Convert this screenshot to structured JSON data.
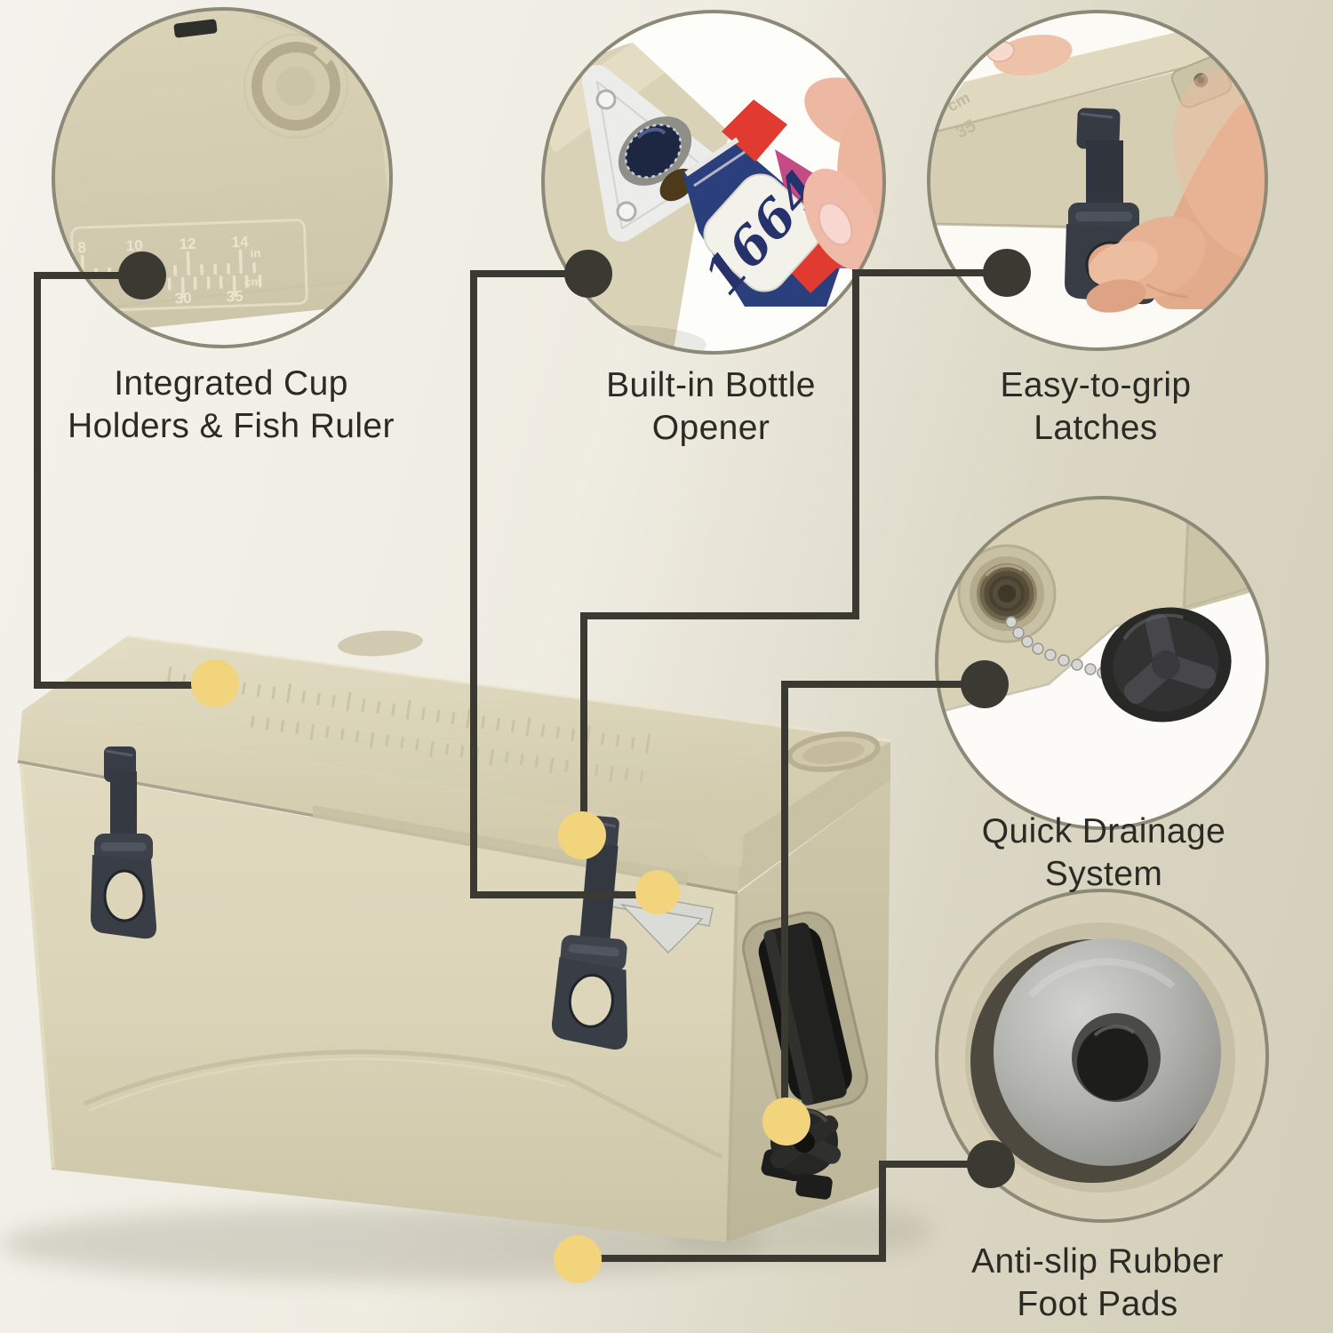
{
  "features": [
    {
      "id": "cup-holder-ruler",
      "label": "Integrated Cup\nHolders & Fish Ruler"
    },
    {
      "id": "bottle-opener",
      "label": "Built-in Bottle\nOpener"
    },
    {
      "id": "latches",
      "label": "Easy-to-grip\nLatches"
    },
    {
      "id": "drainage",
      "label": "Quick Drainage\nSystem"
    },
    {
      "id": "foot-pads",
      "label": "Anti-slip Rubber\nFoot Pads"
    }
  ],
  "inset_ruler": {
    "inch_marks": [
      "8",
      "10",
      "12",
      "14"
    ],
    "inch_unit": "in",
    "cm_marks": [
      "30",
      "35"
    ],
    "cm_unit": "cm"
  },
  "bottle": {
    "brand": "1664"
  },
  "colors": {
    "background_left": "#f4f2ec",
    "background_right": "#d3cfba",
    "connector_line": "#3a3a32",
    "callout_dot": "#3a3a32",
    "target_dot": "#f1d47b",
    "cooler_tan": "#d9d2b7",
    "latch_dark": "#383d46",
    "circle_border": "#8d8977",
    "label_text": "#2b2b26"
  }
}
